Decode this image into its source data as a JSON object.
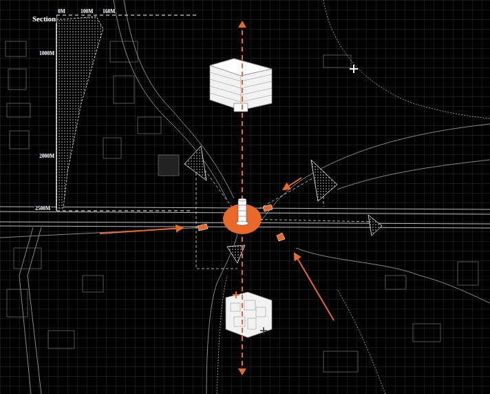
{
  "diagram": {
    "labels": [
      "Section",
      "0M",
      "100M",
      "160M",
      "1000M",
      "2000M",
      "2500M"
    ]
  }
}
